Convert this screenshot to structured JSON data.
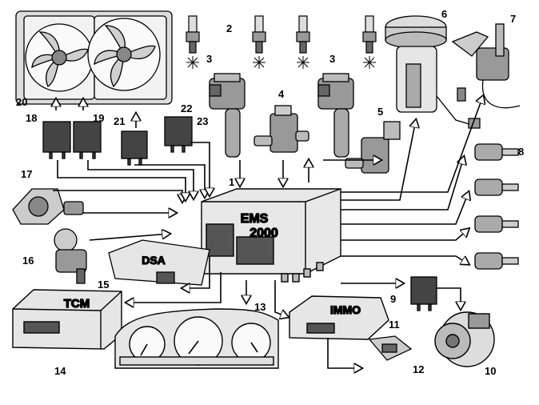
{
  "callouts": {
    "c1": "1",
    "c2": "2",
    "c3a": "3",
    "c3b": "3",
    "c4": "4",
    "c5": "5",
    "c6": "6",
    "c7": "7",
    "c8": "8",
    "c9": "9",
    "c10": "10",
    "c11": "11",
    "c12": "12",
    "c13": "13",
    "c14": "14",
    "c15": "15",
    "c16": "16",
    "c17": "17",
    "c18": "18",
    "c19": "19",
    "c20": "20",
    "c21": "21",
    "c22": "22",
    "c23": "23"
  },
  "labels": {
    "ems_line1": "EMS",
    "ems_line2": "2000",
    "dsa": "DSA",
    "tcm": "TCM",
    "immo": "IMMO"
  },
  "colors": {
    "line": "#000000",
    "fill_light": "#e6e6e6",
    "fill_mid": "#bdbdbd",
    "fill_dark": "#4a4a4a"
  },
  "icons": {
    "spark": "spark-burst-icon",
    "arrow": "signal-arrow-icon"
  }
}
